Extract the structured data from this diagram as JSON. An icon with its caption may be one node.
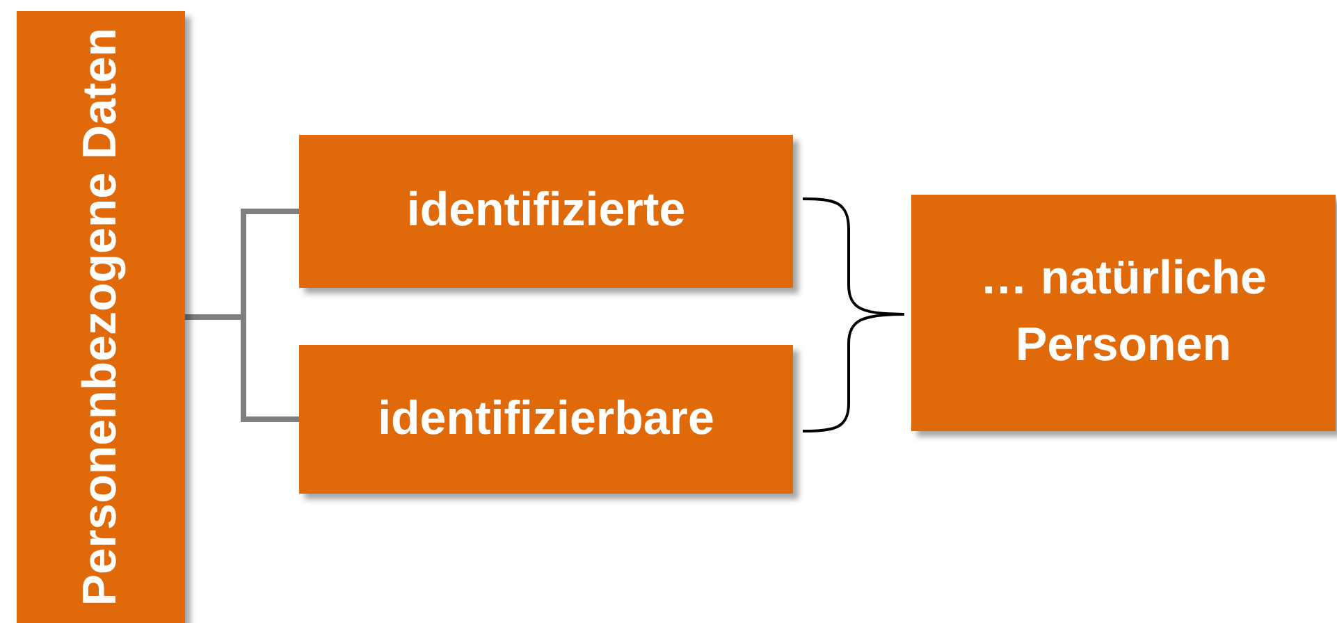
{
  "diagram": {
    "nodes": [
      {
        "text": [
          "Personenbezogene Daten"
        ]
      },
      {
        "text": [
          "identifizierte"
        ]
      },
      {
        "text": [
          "identifizierbare"
        ]
      },
      {
        "text": [
          "… natürliche Personen"
        ]
      }
    ],
    "edges": [
      {
        "from": 0,
        "to": 1,
        "arrow": "none"
      },
      {
        "from": 0,
        "to": 2,
        "arrow": "none"
      }
    ]
  }
}
